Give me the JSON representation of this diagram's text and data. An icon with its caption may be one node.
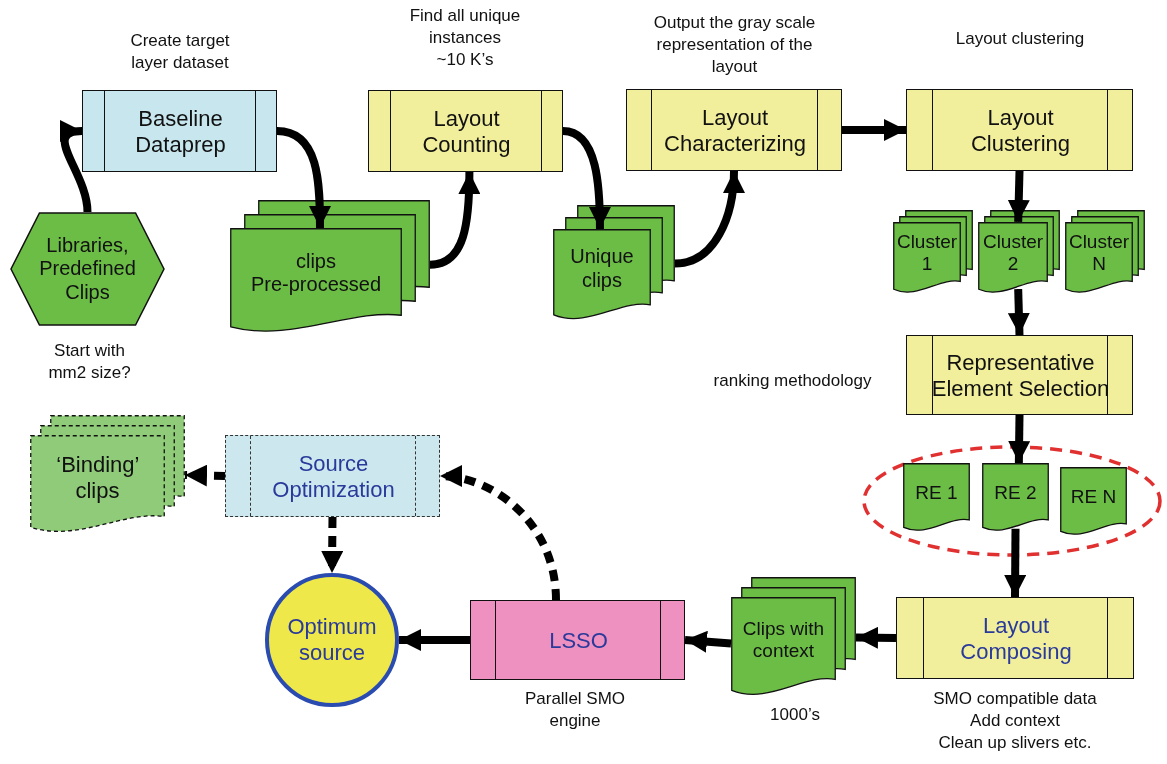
{
  "diagram": {
    "nodes": [
      {
        "text": [
          "Baseline Dataprep"
        ],
        "beside": [
          "Create target layer dataset"
        ]
      },
      {
        "text": [
          "Layout Counting"
        ],
        "beside": [
          "Find all unique instances",
          "~10 K’s"
        ]
      },
      {
        "text": [
          "Layout Characterizing"
        ],
        "beside": [
          "Output the gray scale representation of the layout"
        ]
      },
      {
        "text": [
          "Layout Clustering"
        ],
        "beside": [
          "Layout clustering"
        ]
      },
      {
        "text": [
          "Libraries, Predefined Clips"
        ],
        "beside": [
          "Start with mm2 size?"
        ]
      },
      {
        "text": [
          "clips Pre-processed"
        ]
      },
      {
        "text": [
          "Unique clips"
        ]
      },
      {
        "text": [
          "Cluster 1"
        ]
      },
      {
        "text": [
          "Cluster 2"
        ]
      },
      {
        "text": [
          "Cluster N"
        ]
      },
      {
        "text": [
          "Representative Element Selection"
        ],
        "beside": [
          "ranking methodology"
        ]
      },
      {
        "text": [],
        "shape": "ellipse"
      },
      {
        "text": [
          "RE 1"
        ],
        "in": 11
      },
      {
        "text": [
          "RE 2"
        ],
        "in": 11
      },
      {
        "text": [
          "RE N"
        ],
        "in": 11
      },
      {
        "text": [
          "‘Binding’ clips"
        ]
      },
      {
        "text": [
          "Source Optimization"
        ]
      },
      {
        "text": [
          "Optimum source"
        ]
      },
      {
        "text": [
          "LSSO"
        ],
        "beside": [
          "Parallel SMO engine"
        ]
      },
      {
        "text": [
          "Clips with context"
        ],
        "beside": [
          "1000’s"
        ]
      },
      {
        "text": [
          "Layout Composing"
        ],
        "beside": [
          "SMO compatible data",
          "Add context",
          "Clean up slivers etc."
        ]
      }
    ],
    "edges": [
      {
        "from": 4,
        "to": 0,
        "arrow": "to"
      },
      {
        "from": 0,
        "to": 5,
        "arrow": "to"
      },
      {
        "from": 5,
        "to": 1,
        "arrow": "to"
      },
      {
        "from": 1,
        "to": 6,
        "arrow": "to"
      },
      {
        "from": 6,
        "to": 2,
        "arrow": "to"
      },
      {
        "from": 2,
        "to": 3,
        "arrow": "to"
      },
      {
        "from": 3,
        "to": 8,
        "arrow": "to"
      },
      {
        "from": 8,
        "to": 10,
        "arrow": "to"
      },
      {
        "from": 10,
        "to": 13,
        "arrow": "to"
      },
      {
        "from": 13,
        "to": 20,
        "arrow": "to"
      },
      {
        "from": 20,
        "to": 19,
        "arrow": "to"
      },
      {
        "from": 19,
        "to": 18,
        "arrow": "to"
      },
      {
        "from": 18,
        "to": 17,
        "arrow": "to"
      },
      {
        "from": 18,
        "to": 16,
        "arrow": "to",
        "style": "dashed"
      },
      {
        "from": 16,
        "to": 15,
        "arrow": "to",
        "style": "dashed"
      },
      {
        "from": 16,
        "to": 17,
        "arrow": "to",
        "style": "dashed"
      }
    ]
  }
}
